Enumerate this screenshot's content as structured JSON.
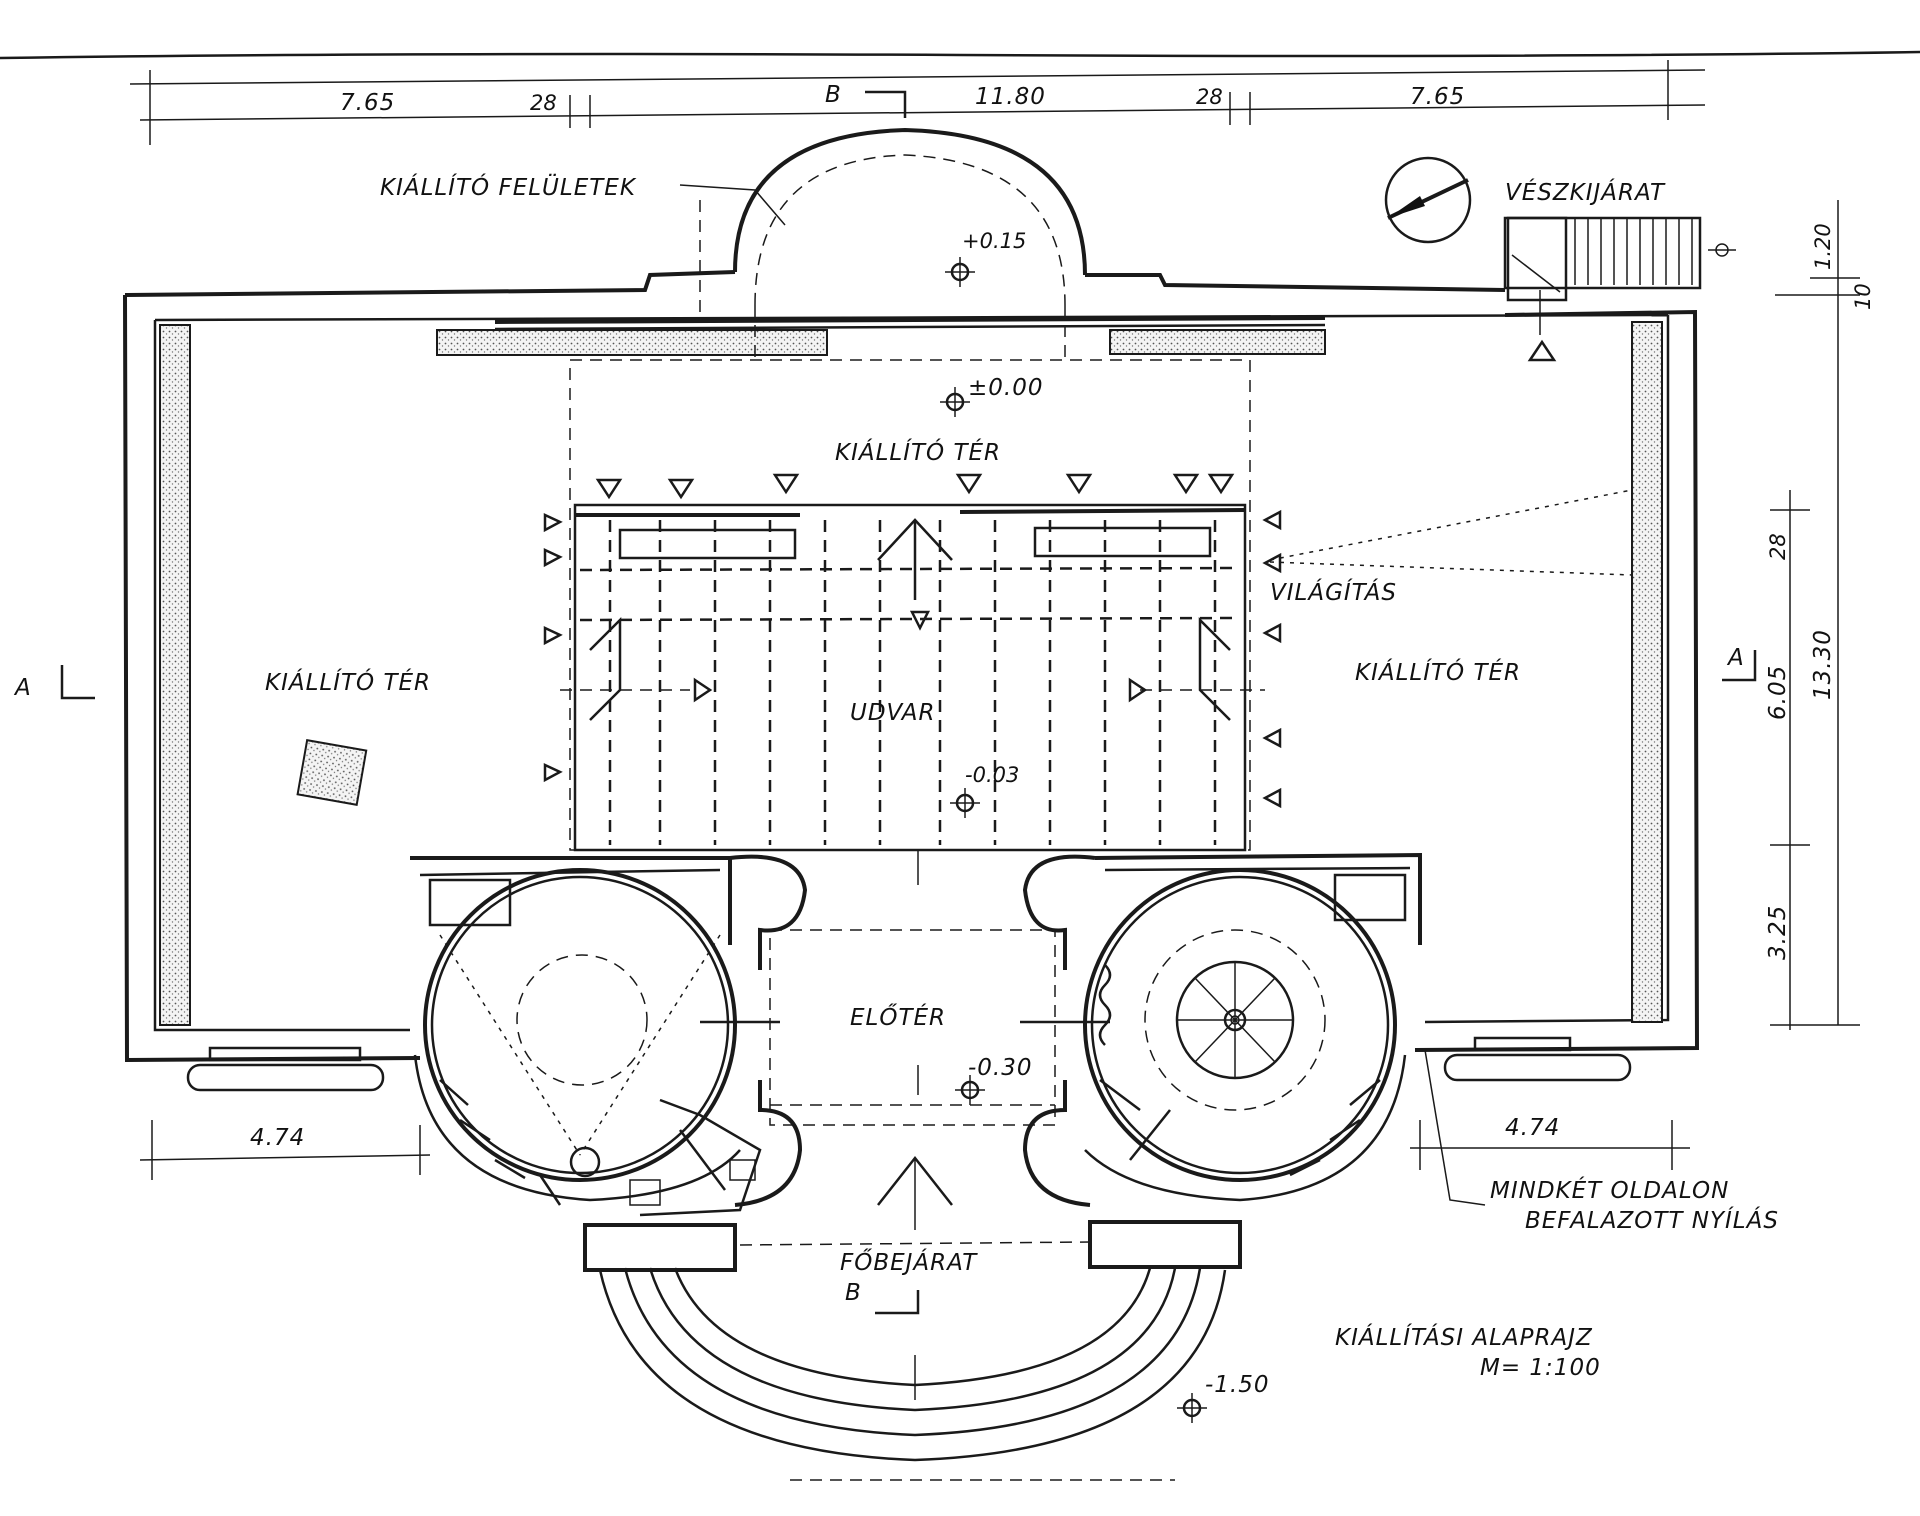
{
  "dimensions": {
    "top_dim_1": "7.65",
    "top_dim_2": "28",
    "top_dim_3": "11.80",
    "top_dim_4": "28",
    "top_dim_5": "7.65",
    "right_dim_1": "1.20",
    "right_dim_2": "10",
    "right_dim_3": "28",
    "right_dim_4": "6.05",
    "right_dim_5": "13.30",
    "right_dim_6": "3.25",
    "bottom_left_dim": "4.74",
    "bottom_right_dim": "4.74"
  },
  "section_marks": {
    "left_a": "A",
    "right_a": "A",
    "top_b": "B",
    "bottom_b": "B"
  },
  "labels": {
    "exhibition_surfaces": "KIÁLLÍTÓ FELÜLETEK",
    "emergency_exit": "VÉSZKIJÁRAT",
    "exhibition_space_top": "KIÁLLÍTÓ TÉR",
    "exhibition_space_left": "KIÁLLÍTÓ TÉR",
    "exhibition_space_right": "KIÁLLÍTÓ TÉR",
    "lighting": "VILÁGÍTÁS",
    "courtyard": "UDVAR",
    "vestibule": "ELŐTÉR",
    "main_entrance": "FŐBEJÁRAT",
    "openings_note_1": "MINDKÉT OLDALON",
    "openings_note_2": "BEFALAZOTT NYÍLÁS",
    "drawing_title": "KIÁLLÍTÁSI ALAPRAJZ",
    "scale": "M= 1:100"
  },
  "levels": {
    "apse": "+0.15",
    "top_hall": "±0.00",
    "courtyard": "-0.03",
    "vestibule": "-0.30",
    "outside": "-1.50"
  }
}
